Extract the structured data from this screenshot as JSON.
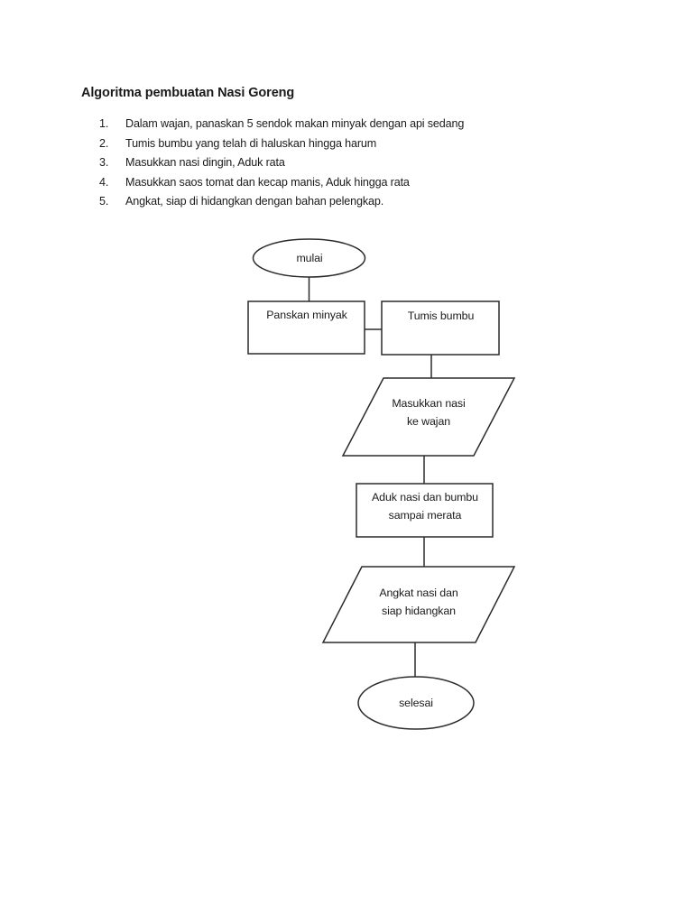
{
  "document": {
    "title": "Algoritma pembuatan Nasi Goreng",
    "background_color": "#ffffff",
    "text_color": "#1a1a1a",
    "stroke_color": "#2b2b2b"
  },
  "steps": [
    {
      "number": "1.",
      "text": "Dalam wajan, panaskan 5 sendok makan minyak dengan api sedang"
    },
    {
      "number": "2.",
      "text": "Tumis bumbu yang telah di haluskan hingga harum"
    },
    {
      "number": "3.",
      "text": "Masukkan nasi dingin, Aduk rata"
    },
    {
      "number": "4.",
      "text": "Masukkan saos tomat dan kecap manis,  Aduk hingga rata"
    },
    {
      "number": "5.",
      "text": "Angkat, siap di hidangkan dengan bahan pelengkap."
    }
  ],
  "flowchart": {
    "type": "flowchart",
    "nodes": [
      {
        "id": "mulai",
        "shape": "ellipse",
        "label": "mulai"
      },
      {
        "id": "panaskan",
        "shape": "rectangle",
        "label": "Panskan minyak"
      },
      {
        "id": "tumis",
        "shape": "rectangle",
        "label": "Tumis bumbu"
      },
      {
        "id": "masukkan",
        "shape": "parallelogram",
        "label_line1": "Masukkan nasi",
        "label_line2": "ke wajan"
      },
      {
        "id": "aduk",
        "shape": "rectangle",
        "label_line1": "Aduk nasi dan bumbu",
        "label_line2": "sampai merata"
      },
      {
        "id": "angkat",
        "shape": "parallelogram",
        "label_line1": "Angkat nasi dan",
        "label_line2": "siap hidangkan"
      },
      {
        "id": "selesai",
        "shape": "ellipse",
        "label": "selesai"
      }
    ],
    "edges": [
      {
        "from": "mulai",
        "to": "panaskan",
        "direction": "vertical"
      },
      {
        "from": "panaskan",
        "to": "tumis",
        "direction": "horizontal"
      },
      {
        "from": "tumis",
        "to": "masukkan",
        "direction": "vertical"
      },
      {
        "from": "masukkan",
        "to": "aduk",
        "direction": "vertical"
      },
      {
        "from": "aduk",
        "to": "angkat",
        "direction": "vertical"
      },
      {
        "from": "angkat",
        "to": "selesai",
        "direction": "vertical"
      }
    ]
  }
}
